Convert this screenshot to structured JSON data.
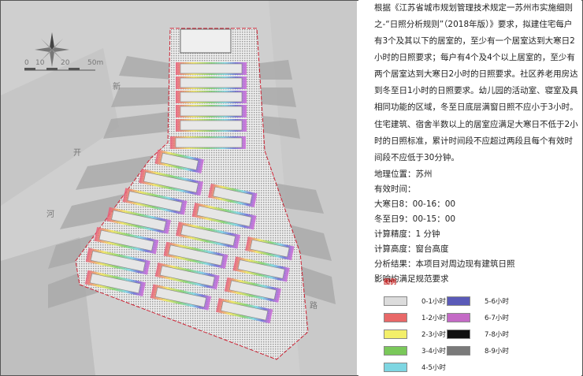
{
  "notes": {
    "paragraph1": "根据《江苏省城市规划管理技术规定一苏州市实施细则之-“日照分析规则”（2018年版）》要求，拟建住宅每户有3个及其以下的居室的，至少有一个居室达到大寒日2小时的日照要求；每户有4个及4个以上居室的，至少有两个居室达到大寒日2小时的日照要求。社区养老用房达到冬至日1小时的日照要求。幼儿园的活动室、寝室及具相同功能的区域，冬至日底层满窗日照不应小于3小时。",
    "paragraph2": "住宅建筑、宿舍半数以上的居室应满足大寒日不低于2小时的日照标准，累计时间段不应超过两段且每个有效时间段不应低于30分钟。"
  },
  "params": {
    "location": "地理位置：苏州",
    "valid_time": "有效时间：",
    "major_cold": "大寒日8：00-16：00",
    "winter_solstice": "冬至日9：00-15：00",
    "precision": "计算精度：1 分钟",
    "height": "计算高度：窗台高度",
    "result1": "分析结果：本项目对周边现有建筑日照",
    "result2": "影响均满足规范要求"
  },
  "legend": {
    "title": "图例",
    "items": [
      "0-1小时",
      "1-2小时",
      "2-3小时",
      "3-4小时",
      "4-5小时",
      "5-6小时",
      "6-7小时",
      "7-8小时",
      "8-9小时"
    ],
    "colors": [
      "#dcdcdc",
      "#e86868",
      "#f3ef6a",
      "#7ac85a",
      "#7ed6e2",
      "#5a5ab8",
      "#c46ac6",
      "#111111",
      "#7a7a7a"
    ]
  },
  "map": {
    "scale_labels": [
      "0",
      "10",
      "20",
      "50m"
    ],
    "road_labels": [
      "新",
      "开",
      "河",
      "路"
    ],
    "icons": [
      "north-compass-icon"
    ]
  }
}
